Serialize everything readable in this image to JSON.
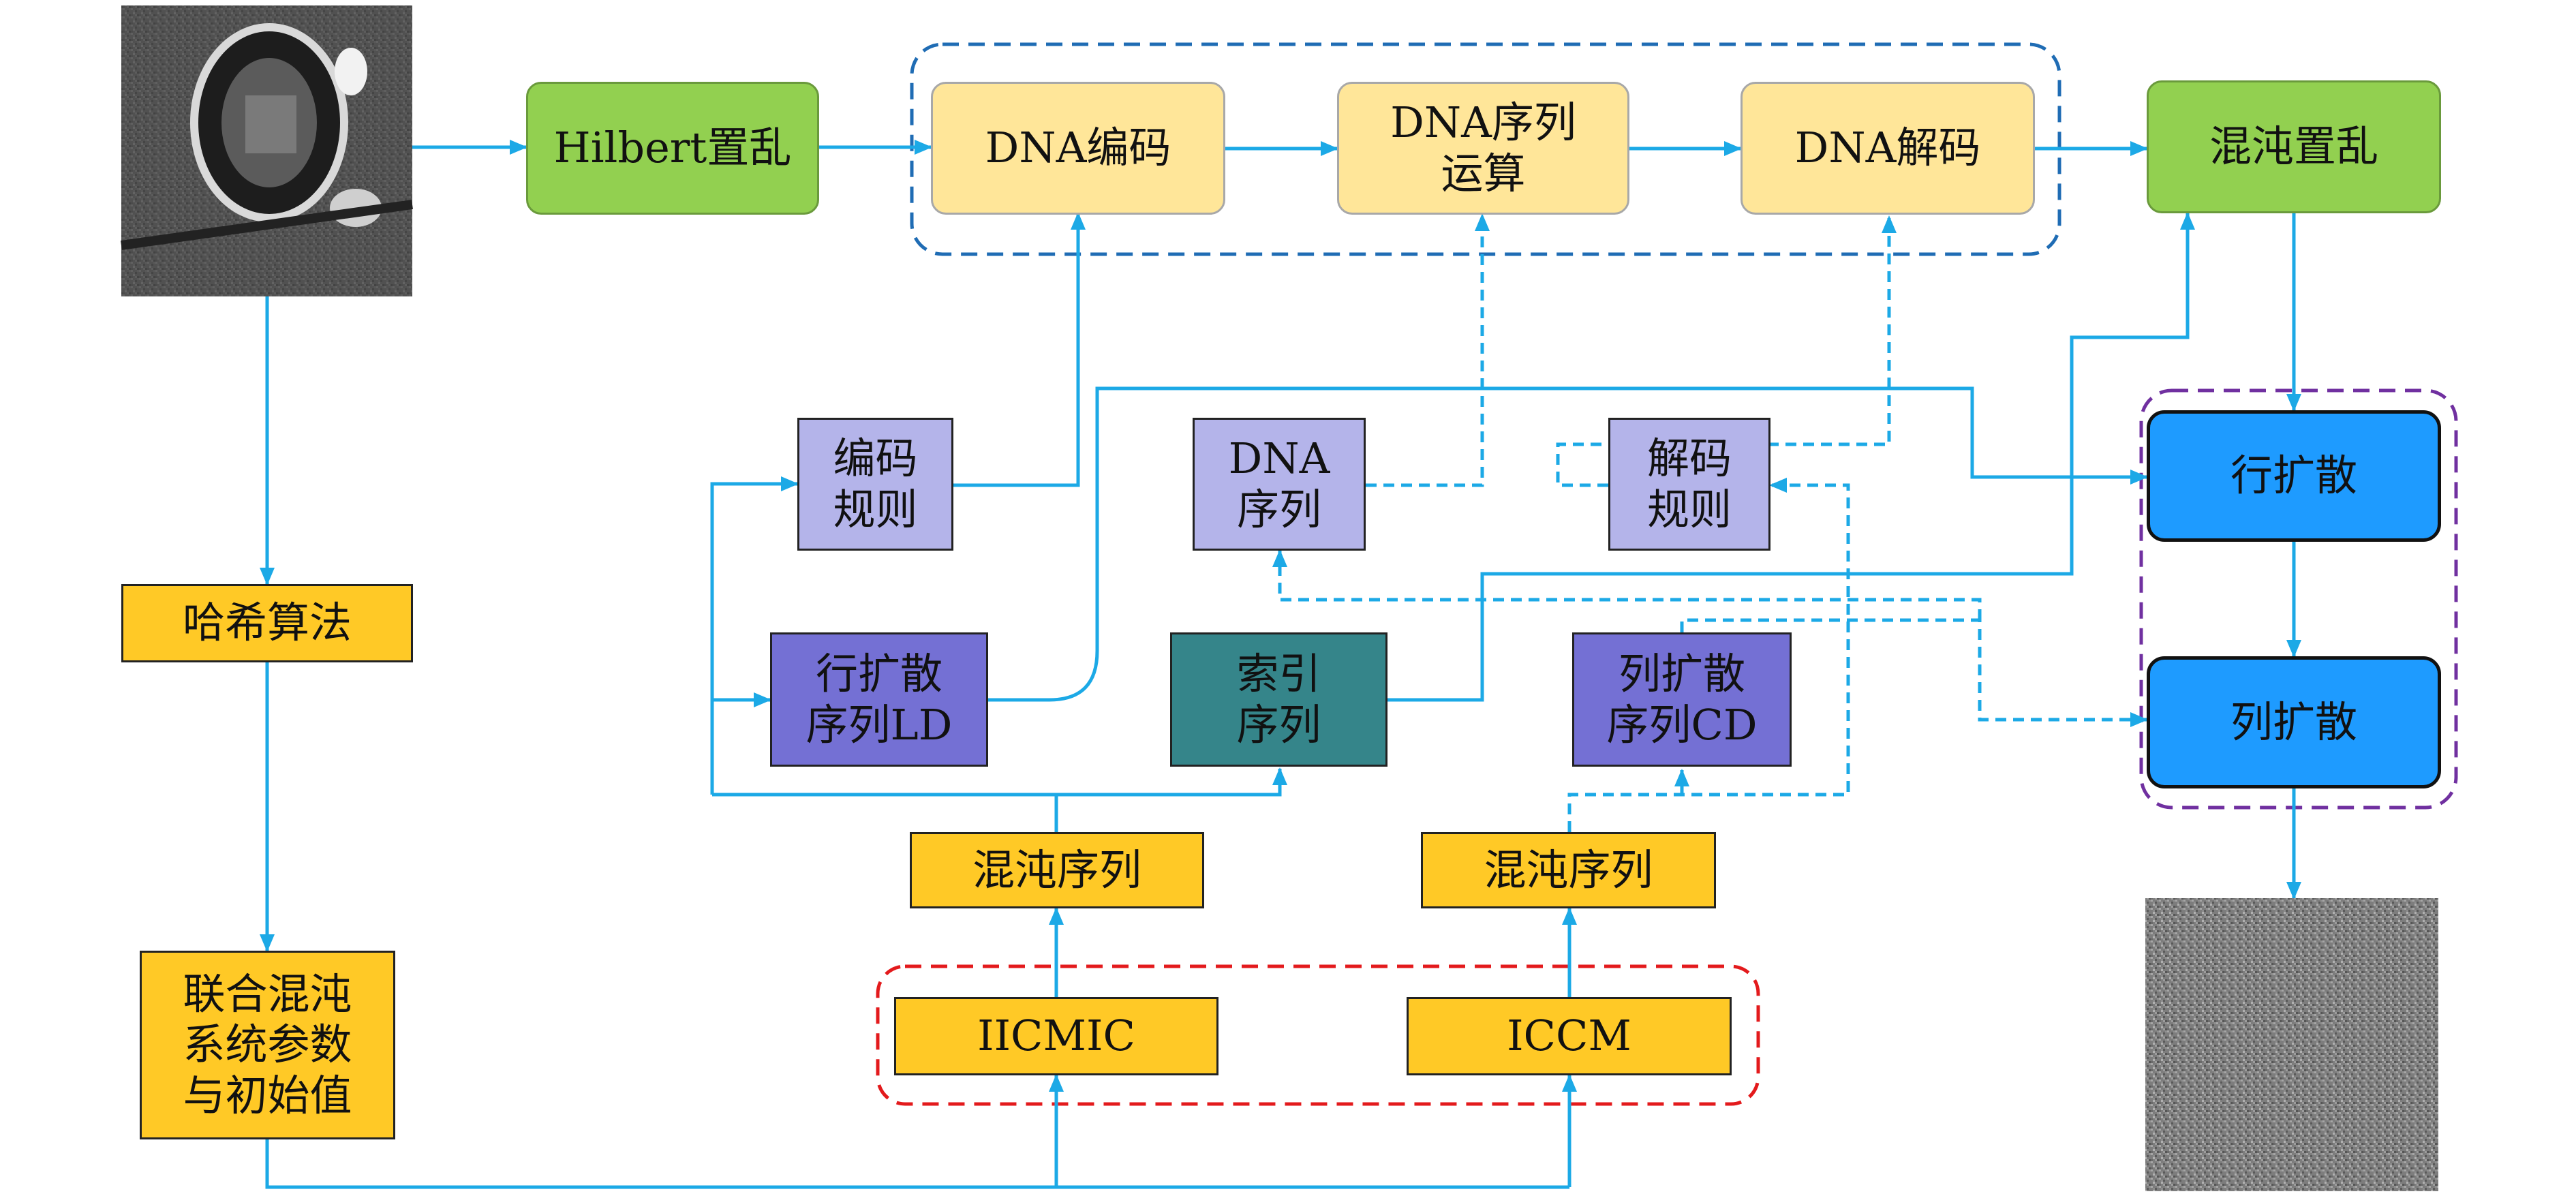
{
  "nodes": {
    "hilbert": "Hilbert置乱",
    "dna_encode": "DNA编码",
    "dna_seq_op": "DNA序列\n运算",
    "dna_decode": "DNA解码",
    "chaos_scramble": "混沌置乱",
    "hash": "哈希算法",
    "joint_params": "联合混沌\n系统参数\n与初始值",
    "encode_rule": "编码\n规则",
    "dna_sequence": "DNA\n序列",
    "decode_rule": "解码\n规则",
    "row_diff_seq": "行扩散\n序列LD",
    "index_seq": "索引\n序列",
    "col_diff_seq": "列扩散\n序列CD",
    "chaos_seq_left": "混沌序列",
    "chaos_seq_right": "混沌序列",
    "iicmic": "IICMIC",
    "iccm": "ICCM",
    "row_diffusion": "行扩散",
    "col_diffusion": "列扩散"
  },
  "colors": {
    "arrow": "#1ca9e6",
    "group_dna": "#1f6cb4",
    "group_diffusion": "#7030a0",
    "group_chaos": "#e31a1c"
  },
  "images": {
    "input": "plain-image-stadium",
    "output": "cipher-image-noise"
  }
}
